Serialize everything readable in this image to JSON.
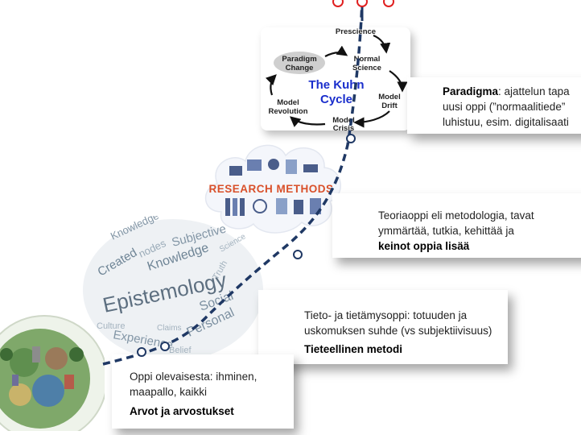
{
  "kuhn_cycle": {
    "title_line1": "The Kuhn",
    "title_line2": "Cycle",
    "prescience": "Prescience",
    "normal_science_1": "Normal",
    "normal_science_2": "Science",
    "model_drift_1": "Model",
    "model_drift_2": "Drift",
    "model_crisis_1": "Model",
    "model_crisis_2": "Crisis",
    "model_revolution_1": "Model",
    "model_revolution_2": "Revolution",
    "paradigm_change_1": "Paradigm",
    "paradigm_change_2": "Change"
  },
  "research_methods": {
    "label": "RESEARCH METHODS"
  },
  "epistemology_cloud": {
    "center": "Epistemology",
    "words": [
      "Knowledge",
      "Subjective",
      "Created",
      "nodes",
      "Social",
      "Experience",
      "Personal",
      "Culture",
      "Truth",
      "Belief",
      "Science",
      "Claims"
    ]
  },
  "cards": {
    "paradigm": {
      "bold_word": "Paradigma",
      "line1_rest": ": ajattelun tapa",
      "line2": "uusi oppi (”normaalitiede”",
      "line3": "luhistuu,  esim. digitalisaati"
    },
    "teoriaoppi": {
      "line1": "Teoriaoppi eli metodologia, tavat",
      "line2": "ymmärtää, tutkia, kehittää ja",
      "line3_bold": "keinot oppia lisää"
    },
    "tieto": {
      "line1": "Tieto- ja tietämysoppi: totuuden ja",
      "line2": "uskomuksen suhde (vs subjektiivisuus)",
      "line3_bold": "Tieteellinen  metodi"
    },
    "oppi": {
      "line1": "Oppi olevaisesta: ihminen,",
      "line2": "maapallo, kaikki",
      "line3_bold": "Arvot ja arvostukset"
    }
  },
  "colors": {
    "path": "#1f3864",
    "kuhn_title": "#1a2ecc",
    "research": "#d9502a",
    "cloud": "#5d6f80",
    "dots": "#e02020"
  }
}
